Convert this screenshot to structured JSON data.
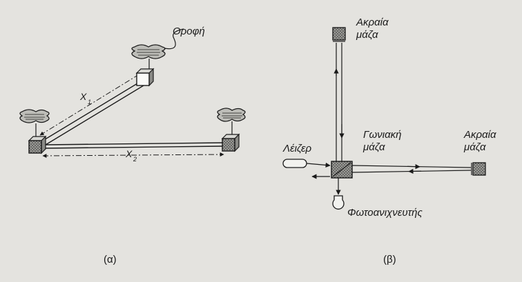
{
  "panel_a": {
    "ceiling_label": "Οροφή",
    "x1_symbol": "X",
    "x1_subscript": "1",
    "x2_symbol": "X",
    "x2_subscript": "2",
    "caption": "(α)"
  },
  "panel_b": {
    "top_mass_label": [
      "Ακραία",
      "μάζα"
    ],
    "corner_mass_label": [
      "Γωνιακή",
      "μάζα"
    ],
    "right_mass_label": [
      "Ακραία",
      "μάζα"
    ],
    "laser_label": "Λέιζερ",
    "detector_label": "Φωτοανιχνευτής",
    "caption": "(β)"
  },
  "colors": {
    "background": "#e4e3df",
    "ink": "#1a1a1a"
  }
}
